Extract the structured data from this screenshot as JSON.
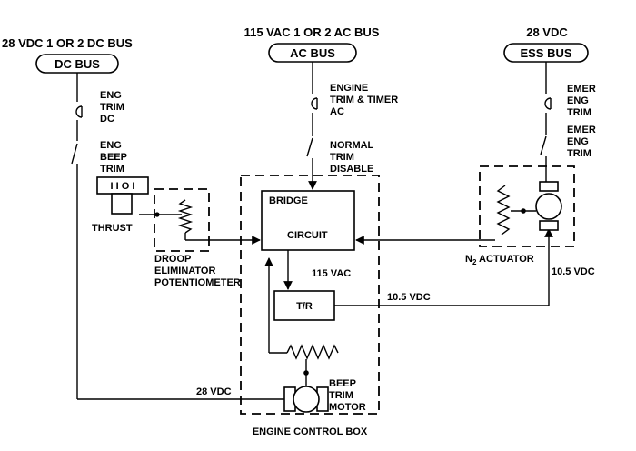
{
  "buses": {
    "dc": {
      "heading": "28 VDC 1 OR 2 DC BUS",
      "label": "DC BUS"
    },
    "ac": {
      "heading": "115 VAC 1 OR 2 AC BUS",
      "label": "AC BUS"
    },
    "ess": {
      "heading": "28 VDC",
      "label": "ESS BUS"
    }
  },
  "breakers": {
    "eng_trim_dc": [
      "ENG",
      "TRIM",
      "DC"
    ],
    "engine_trim_timer_ac": [
      "ENGINE",
      "TRIM & TIMER",
      "AC"
    ],
    "emer_eng_trim_1": [
      "EMER",
      "ENG",
      "TRIM"
    ]
  },
  "switches": {
    "eng_beep_trim": [
      "ENG",
      "BEEP",
      "TRIM"
    ],
    "normal_trim_disable": [
      "NORMAL",
      "TRIM",
      "DISABLE"
    ],
    "emer_eng_trim_2": [
      "EMER",
      "ENG",
      "TRIM"
    ]
  },
  "control_switch_symbols": "I I O I",
  "labels": {
    "thrust": "THRUST",
    "droop_eliminator": [
      "DROOP",
      "ELIMINATOR",
      "POTENTIOMETER"
    ],
    "bridge": "BRIDGE",
    "circuit": "CIRCUIT",
    "vac_115": "115 VAC",
    "tr": "T/R",
    "vdc_10_5_a": "10.5 VDC",
    "vdc_10_5_b": "10.5 VDC",
    "n2_actuator": "N",
    "n2_actuator_sub": "2",
    "n2_actuator_rest": " ACTUATOR",
    "vdc_28": "28 VDC",
    "beep_trim_motor": [
      "BEEP",
      "TRIM",
      "MOTOR"
    ],
    "engine_control_box": "ENGINE CONTROL BOX"
  }
}
